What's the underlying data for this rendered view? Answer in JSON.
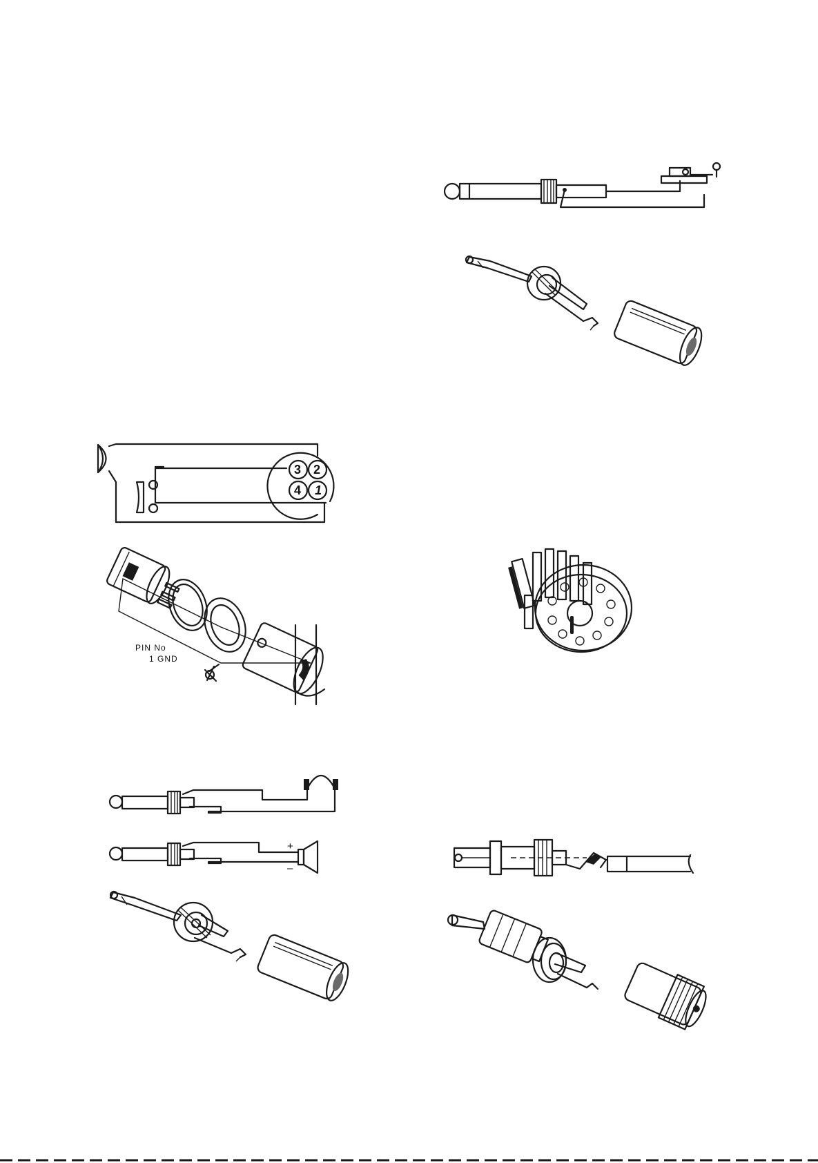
{
  "din_connector": {
    "pin_numbers": [
      "3",
      "2",
      "4",
      "1"
    ],
    "pin_table_header": "PIN No",
    "pin_table_row": "1   GND"
  },
  "speaker": {
    "polarity_plus": "+",
    "polarity_minus": "–"
  }
}
